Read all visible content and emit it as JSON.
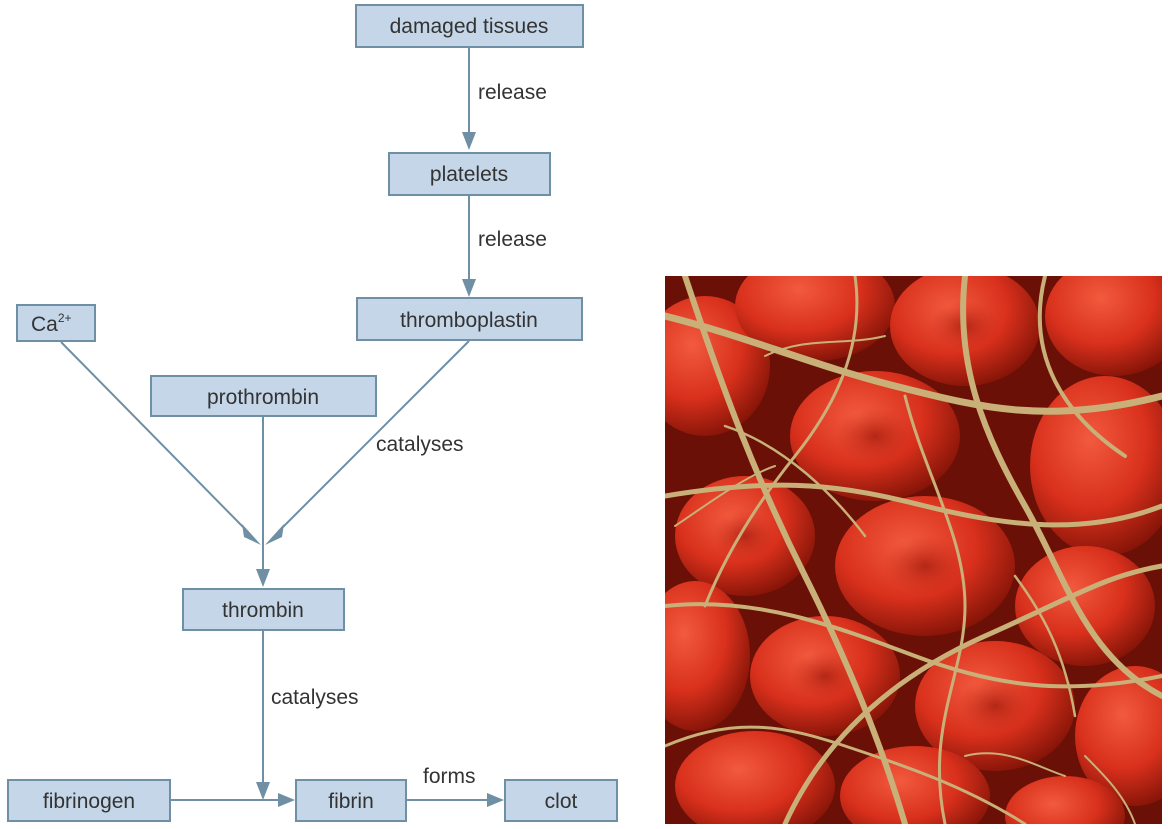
{
  "diagram": {
    "nodes": {
      "damaged_tissues": "damaged tissues",
      "platelets": "platelets",
      "thromboplastin": "thromboplastin",
      "calcium": {
        "base": "Ca",
        "sup": "2+"
      },
      "prothrombin": "prothrombin",
      "thrombin": "thrombin",
      "fibrinogen": "fibrinogen",
      "fibrin": "fibrin",
      "clot": "clot"
    },
    "edge_labels": {
      "tissues_to_platelets": "release",
      "platelets_to_thromboplastin": "release",
      "thromboplastin_to_thrombin": "catalyses",
      "thrombin_to_fibrin": "catalyses",
      "fibrin_to_clot": "forms"
    },
    "colors": {
      "box_fill": "#c4d6e8",
      "box_stroke": "#6f8fa4",
      "arrow": "#6f8fa4",
      "text": "#333333"
    }
  },
  "photo": {
    "subject": "red blood cells trapped in fibrin mesh",
    "colors": {
      "cells": "#d8301c",
      "fibrin": "#c9b078"
    }
  }
}
